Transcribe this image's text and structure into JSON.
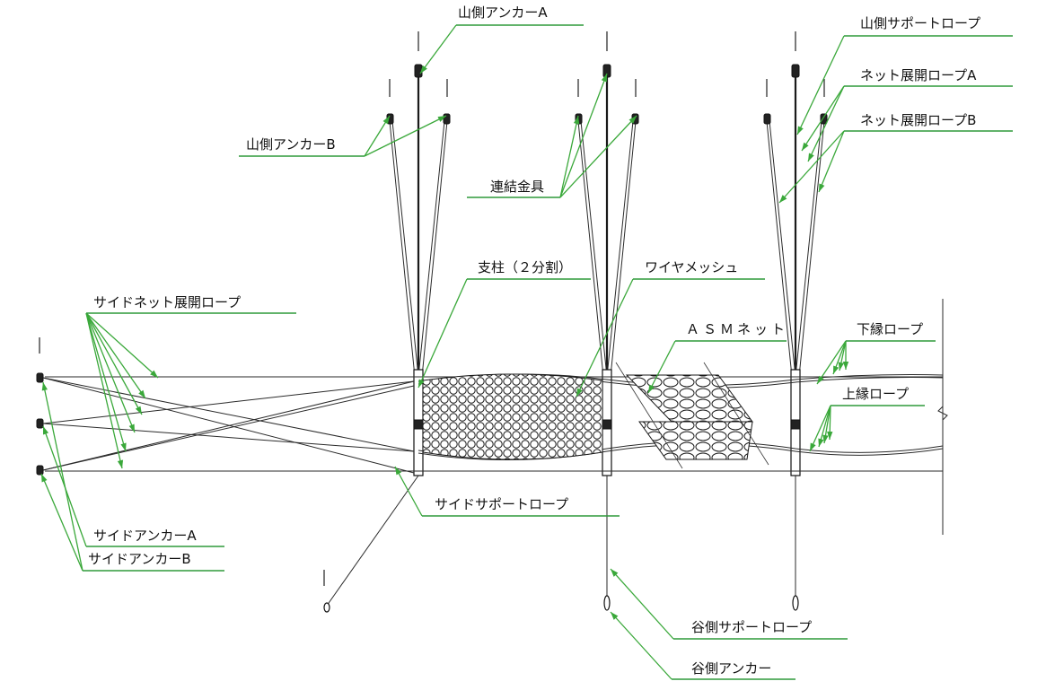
{
  "labels": {
    "yamagawa_anchor_a": "山側アンカーA",
    "yamagawa_anchor_b": "山側アンカーB",
    "renketsu_kanagu": "連結金具",
    "yamagawa_support_rope": "山側サポートロープ",
    "net_tenkai_rope_a": "ネット展開ロープA",
    "net_tenkai_rope_b": "ネット展開ロープB",
    "shichu": "支柱（２分割）",
    "wire_mesh": "ワイヤメッシュ",
    "side_net_tenkai_rope": "サイドネット展開ロープ",
    "asm_net": "ＡＳＭネット",
    "kaen_rope": "下縁ロープ",
    "joen_rope": "上縁ロープ",
    "side_support_rope": "サイドサポートロープ",
    "side_anchor_a": "サイドアンカーA",
    "side_anchor_b": "サイドアンカーB",
    "tanigawa_support_rope": "谷側サポートロープ",
    "tanigawa_anchor": "谷側アンカー"
  },
  "colors": {
    "leader": "#3aa83a",
    "underline": "#2e9a3a",
    "structure": "#1a1a1a",
    "text": "#111111"
  }
}
